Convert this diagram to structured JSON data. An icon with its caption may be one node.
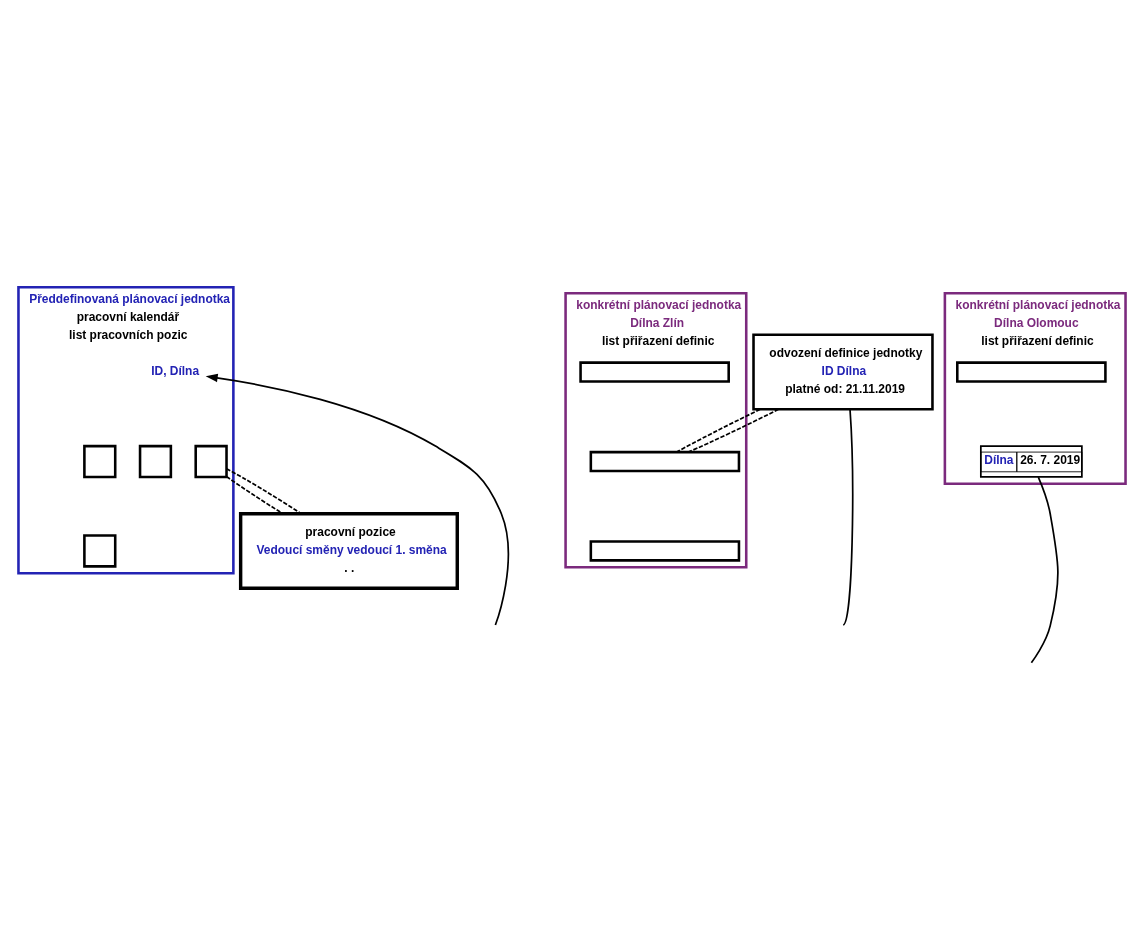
{
  "diagram": {
    "nodes": [
      {
        "text": [
          "Předdefinovaná plánovací jednotka",
          "pracovní kalendář",
          "list pracovních pozic"
        ]
      },
      {
        "text": [
          "ID, Dílna"
        ],
        "in": 0
      },
      {
        "text": [],
        "shape": "box",
        "in": 0
      },
      {
        "text": [],
        "shape": "box",
        "in": 0
      },
      {
        "text": [],
        "shape": "box",
        "in": 0
      },
      {
        "text": [],
        "shape": "box",
        "in": 0
      },
      {
        "text": [
          "pracovní pozice",
          "Vedoucí směny vedoucí 1. směna",
          ". ."
        ]
      },
      {
        "text": [
          "odvození definice jednotky",
          "ID Dílna",
          "platné od: 21.11.2019"
        ]
      },
      {
        "text": [
          "konkrétní plánovací jednotka",
          "Dílna Zlín",
          "list přiřazení definic"
        ]
      },
      {
        "text": [],
        "shape": "bar",
        "in": 8
      },
      {
        "text": [],
        "shape": "bar",
        "in": 8
      },
      {
        "text": [],
        "shape": "bar",
        "in": 8
      },
      {
        "text": [
          "konkrétní plánovací jednotka",
          "Dílna Olomouc",
          "list přiřazení definic"
        ]
      },
      {
        "text": [],
        "shape": "bar",
        "in": 12
      },
      {
        "text": [
          "Dílna",
          "26. 7. 2019"
        ],
        "in": 12
      }
    ],
    "edges": [
      {
        "from": null,
        "to": 1,
        "arrow": "to"
      },
      {
        "from": null,
        "to": 7,
        "arrow": "none"
      },
      {
        "from": 4,
        "to": 6,
        "arrow": "none",
        "style": "dashed"
      },
      {
        "from": 4,
        "to": 6,
        "arrow": "none",
        "style": "dashed"
      },
      {
        "from": 7,
        "to": 10,
        "arrow": "none",
        "style": "dashed"
      },
      {
        "from": 7,
        "to": 10,
        "arrow": "none",
        "style": "dashed"
      },
      {
        "from": null,
        "to": 14,
        "arrow": "none"
      }
    ]
  }
}
